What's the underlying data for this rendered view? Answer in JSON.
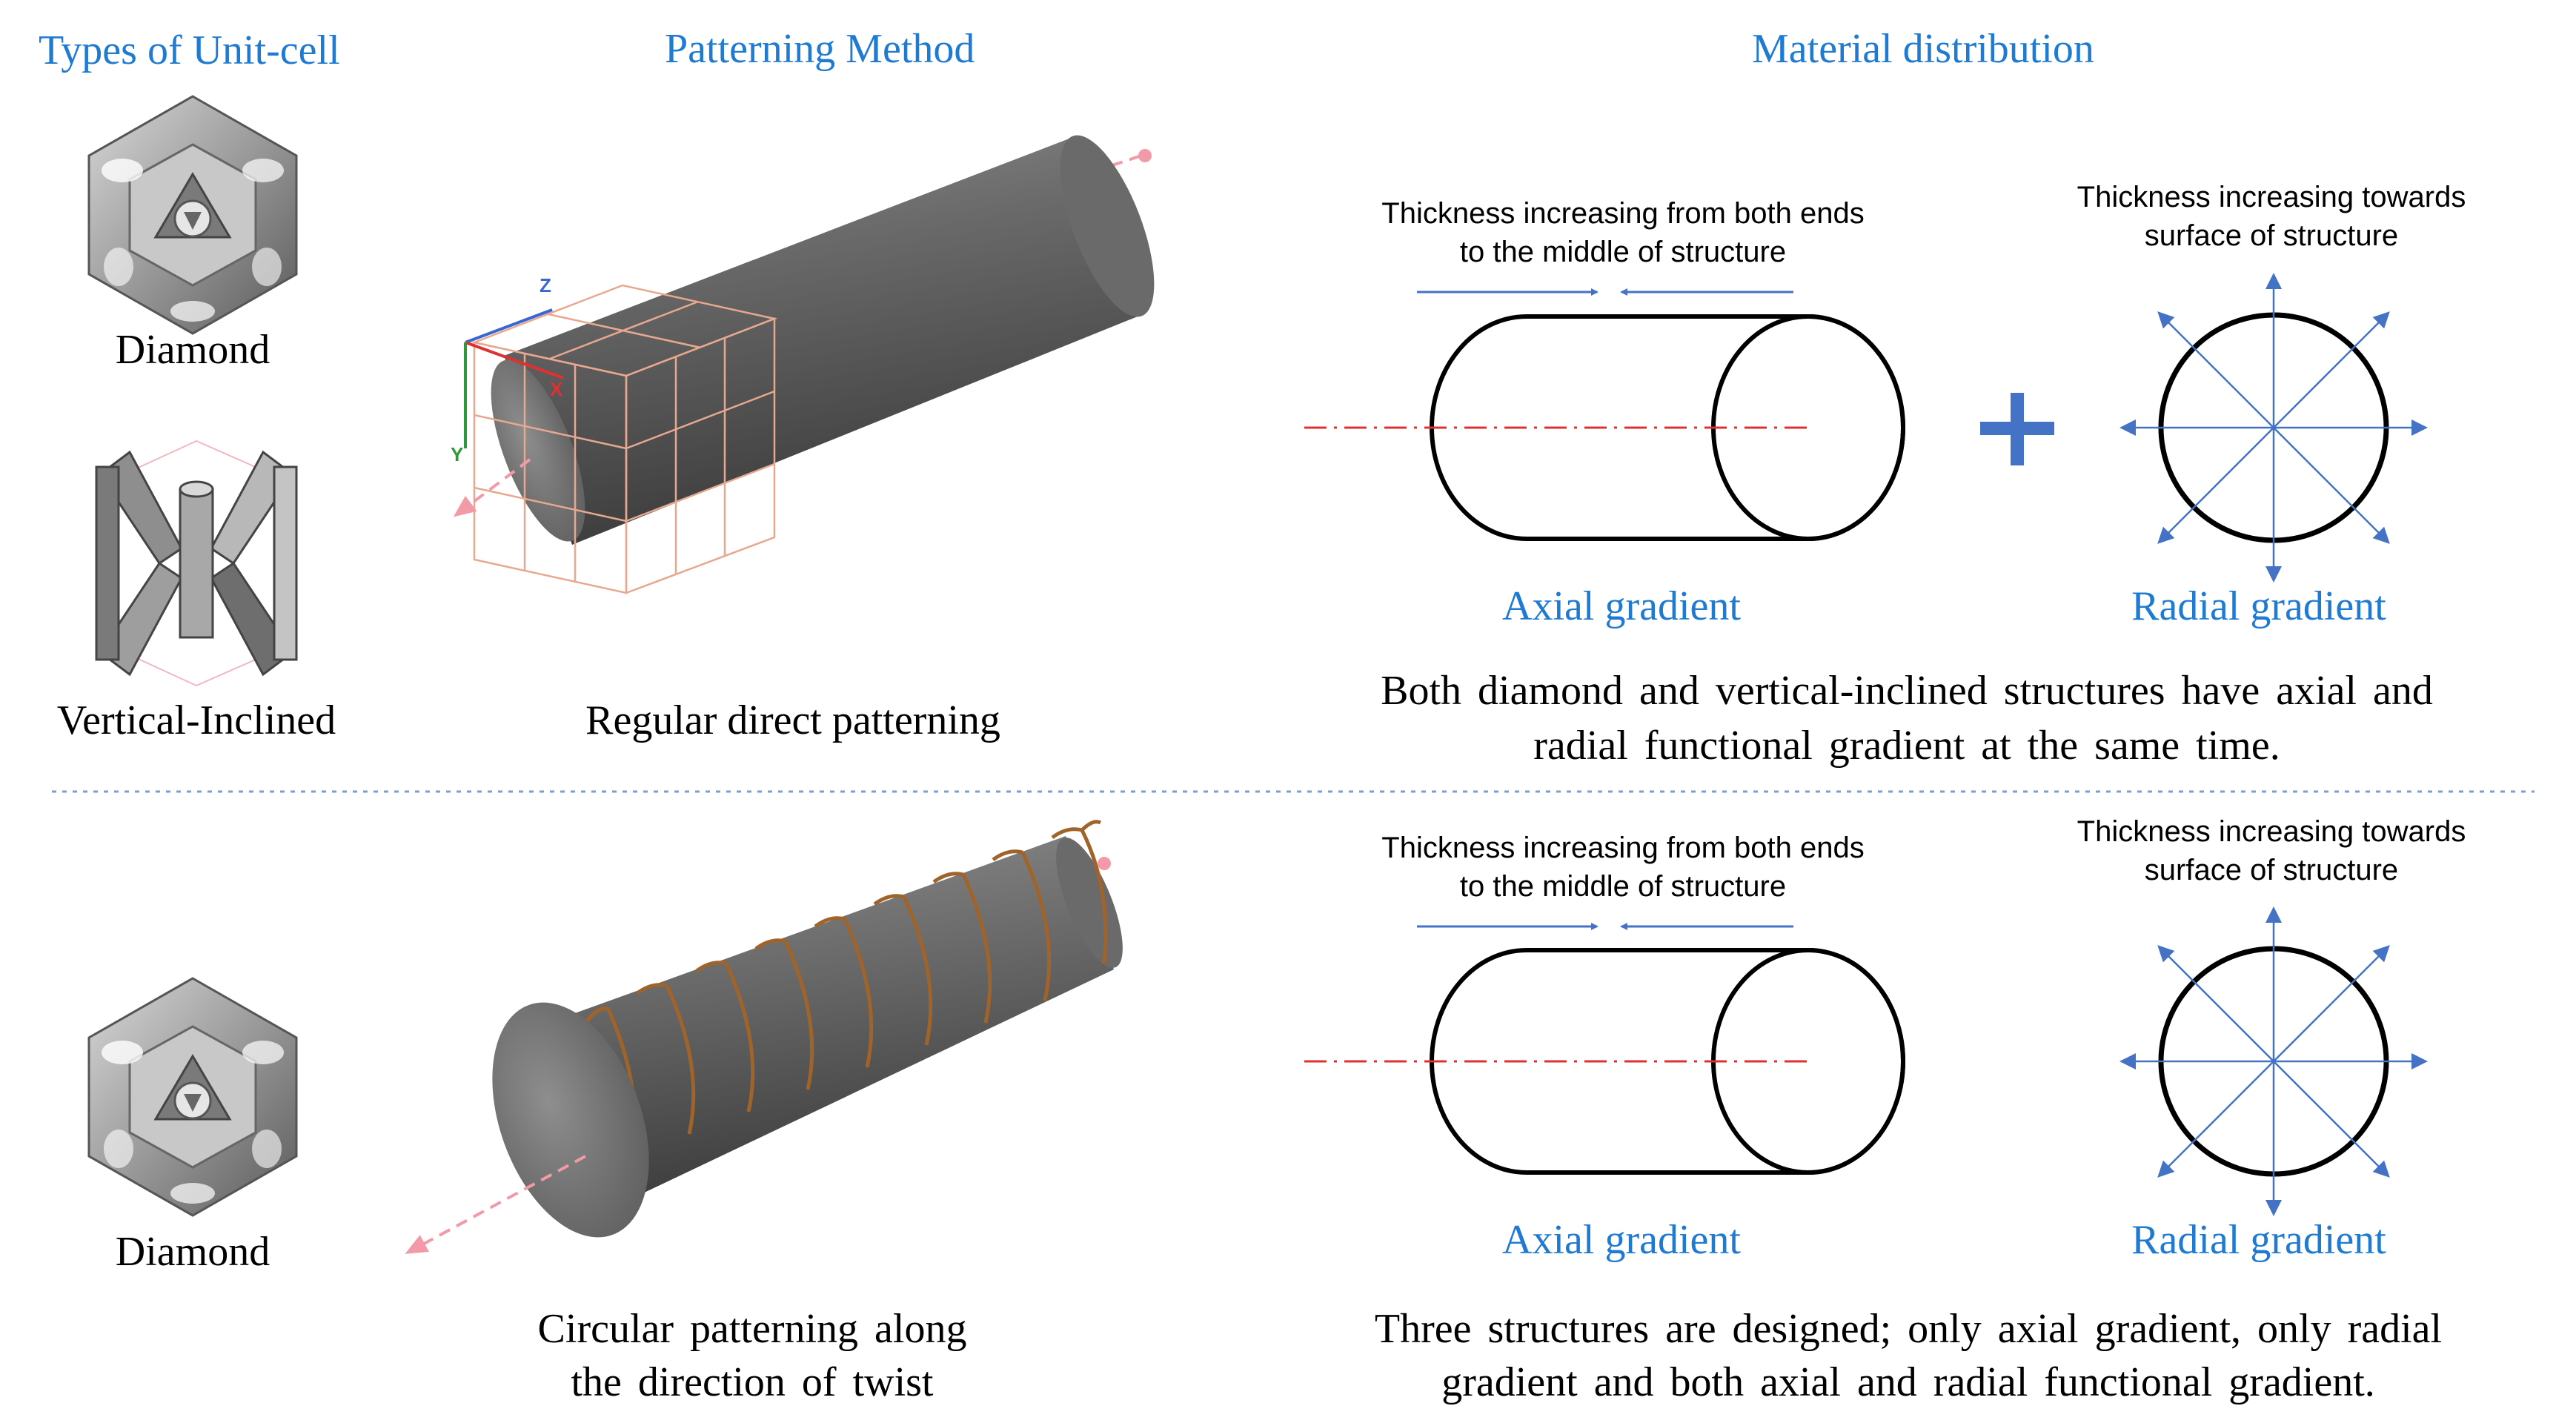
{
  "headers": {
    "unit_cell": "Types of Unit-cell",
    "patterning": "Patterning Method",
    "material": "Material distribution"
  },
  "top": {
    "cell1": "Diamond",
    "cell2": "Vertical-Inclined",
    "method": "Regular direct patterning",
    "axial_note_1": "Thickness increasing from both ends",
    "axial_note_2": "to the middle of structure",
    "radial_note_1": "Thickness increasing towards",
    "radial_note_2": "surface of structure",
    "plus": "+",
    "axial_label": "Axial gradient",
    "radial_label": "Radial gradient",
    "summary_1": "Both diamond and vertical-inclined structures have axial and",
    "summary_2": "radial functional gradient at the same time."
  },
  "bottom": {
    "cell1": "Diamond",
    "method_1": "Circular patterning along",
    "method_2": "the direction of twist",
    "axial_note_1": "Thickness increasing from both ends",
    "axial_note_2": "to the middle of structure",
    "radial_note_1": "Thickness increasing towards",
    "radial_note_2": "surface of structure",
    "axial_label": "Axial gradient",
    "radial_label": "Radial gradient",
    "summary_1": "Three structures are designed; only axial gradient, only radial",
    "summary_2": "gradient and both axial and radial functional gradient."
  },
  "axis_labels": {
    "x": "X",
    "y": "Y",
    "z": "Z"
  },
  "colors": {
    "header_blue": "#1f7ad1",
    "arrow_blue": "#4472c4",
    "centerline_red": "#e03030",
    "divider": "#7a9fd0",
    "rod_gray": "#5a5a5a",
    "helix_brown": "#a0642a"
  }
}
